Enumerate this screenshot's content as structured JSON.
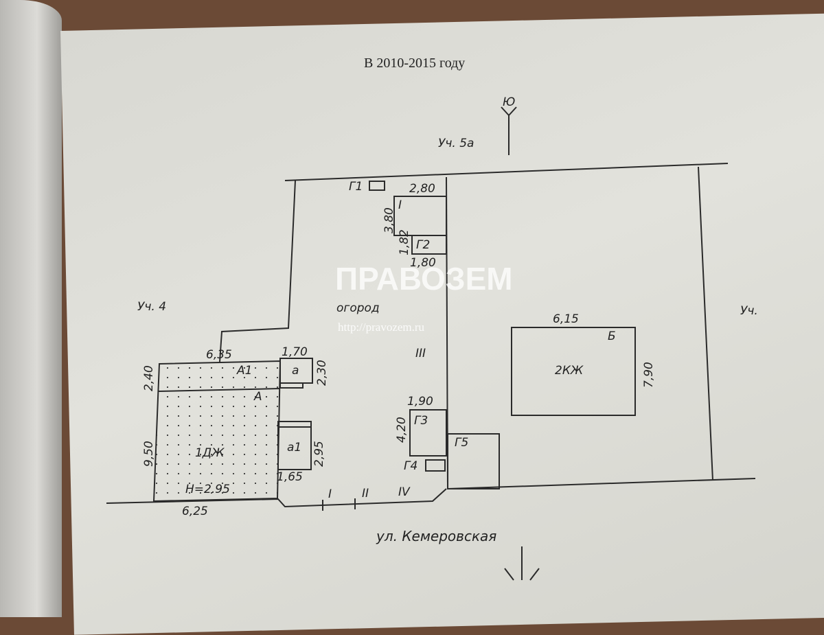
{
  "title": "В 2010-2015 году",
  "neighbors": {
    "top": "Уч. 5а",
    "left": "Уч. 4",
    "right": "Уч."
  },
  "north_label": "Ю",
  "street": "ул. Кемеровская",
  "areas": {
    "garden": "огород"
  },
  "buildings": {
    "house": "1ДЖ",
    "house_height": "Н=2.95",
    "a1_upper": "А1",
    "a_main": "А",
    "porch_a": "а",
    "porch_a1": "а1",
    "g1": "Г1",
    "g2": "Г2",
    "g3": "Г3",
    "g4": "Г4",
    "g5": "Г5",
    "b_letter": "Б",
    "b_label": "2КЖ",
    "unnamed": "I"
  },
  "dimensions": {
    "house_top": "6,35",
    "house_bottom": "6,25",
    "house_a1_h": "2,40",
    "house_a_h": "9,50",
    "porch_a_w": "1,70",
    "porch_a_h": "2,30",
    "porch_a1_h": "2,95",
    "porch_a1_w": "1,65",
    "shed_w": "2,80",
    "shed_h": "3,80",
    "g2_h": "1,82",
    "g2_w": "1,80",
    "g3_w": "1,90",
    "g3_h": "4,20",
    "b_w": "6,15",
    "b_h": "7,90"
  },
  "gates": [
    "I",
    "II",
    "III",
    "IV"
  ],
  "watermark": {
    "brand": "ПРАВОЗЕМ",
    "url": "http://pravozem.ru"
  }
}
